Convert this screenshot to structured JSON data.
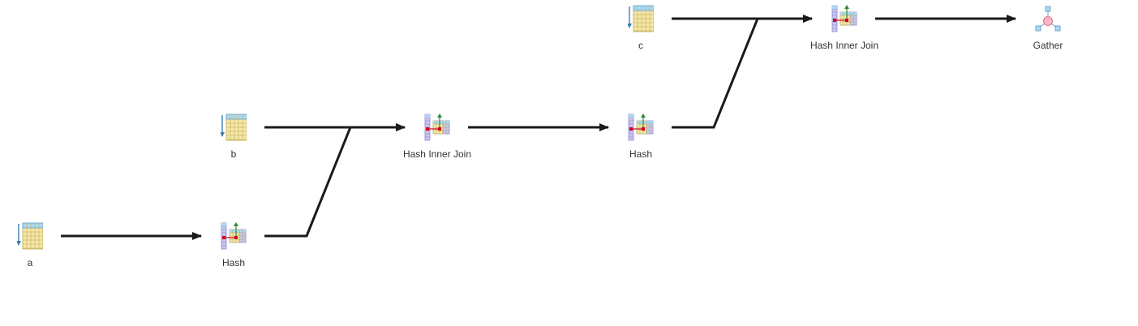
{
  "diagram": {
    "nodes": [
      {
        "id": "scan-c",
        "label": "c",
        "icon": "table-scan-icon"
      },
      {
        "id": "join-top",
        "label": "Hash Inner Join",
        "icon": "hash-join-icon"
      },
      {
        "id": "gather",
        "label": "Gather",
        "icon": "gather-icon"
      },
      {
        "id": "scan-b",
        "label": "b",
        "icon": "table-scan-icon"
      },
      {
        "id": "join-mid",
        "label": "Hash Inner Join",
        "icon": "hash-join-icon"
      },
      {
        "id": "hash-mid",
        "label": "Hash",
        "icon": "hash-icon"
      },
      {
        "id": "scan-a",
        "label": "a",
        "icon": "table-scan-icon"
      },
      {
        "id": "hash-low",
        "label": "Hash",
        "icon": "hash-icon"
      }
    ],
    "edges": [
      {
        "from": "scan-a",
        "to": "hash-low"
      },
      {
        "from": "hash-low",
        "to": "join-mid"
      },
      {
        "from": "scan-b",
        "to": "join-mid"
      },
      {
        "from": "join-mid",
        "to": "hash-mid"
      },
      {
        "from": "hash-mid",
        "to": "join-top"
      },
      {
        "from": "scan-c",
        "to": "join-top"
      },
      {
        "from": "join-top",
        "to": "gather"
      }
    ],
    "colors": {
      "edge": "#1a1a1a",
      "table_fill": "#f6e7a8",
      "table_header": "#a9d8f2",
      "table_grid": "#c9b86a",
      "hash_bar": "#c9c6ef",
      "hash_point": "#d0021b",
      "hash_arrow": "#2e8b2e",
      "gather_center": "#f7b6c6",
      "gather_node": "#a9d8f2",
      "label": "#333333"
    }
  }
}
